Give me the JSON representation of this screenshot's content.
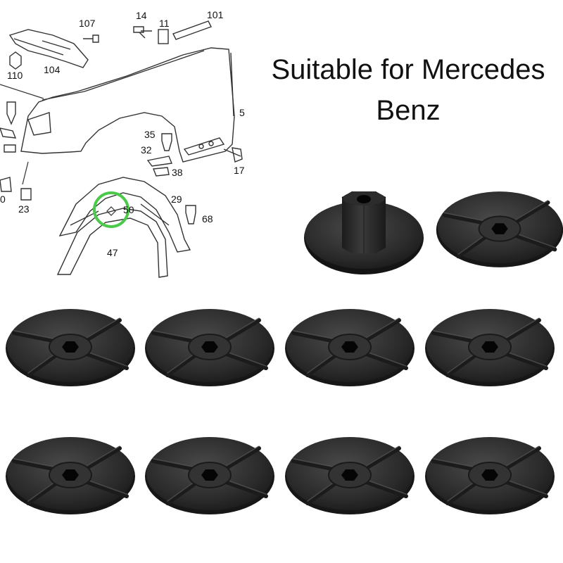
{
  "headline": {
    "line1": "Suitable for Mercedes",
    "line2": "Benz"
  },
  "diagram": {
    "callouts": [
      "107",
      "14",
      "11",
      "101",
      "110",
      "104",
      "5",
      "35",
      "32",
      "38",
      "17",
      "29",
      "50",
      "68",
      "23",
      "0",
      "47"
    ],
    "highlight_color": "#4cc94a"
  },
  "product": {
    "nut_color": "#2a2a2a",
    "count_shown": 10
  }
}
